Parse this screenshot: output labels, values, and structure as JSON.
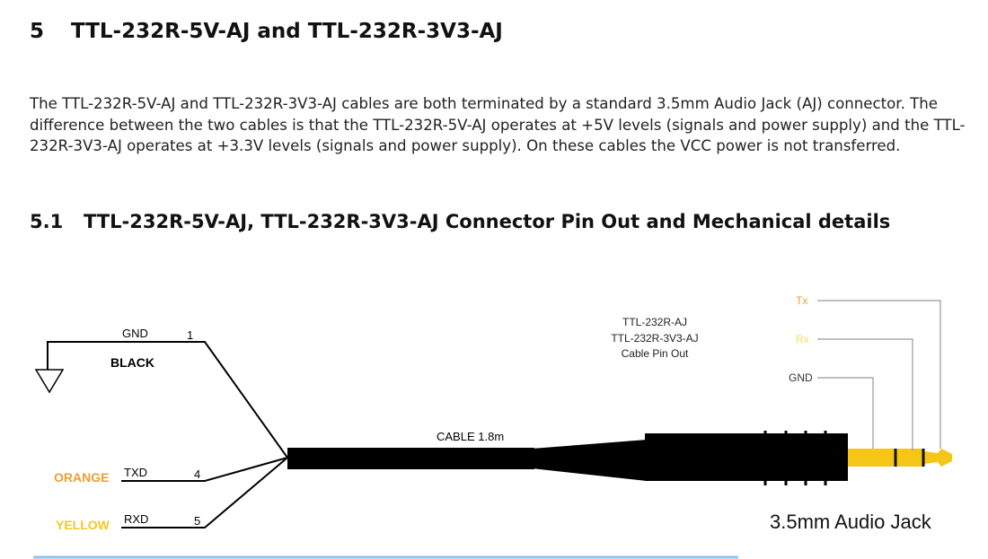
{
  "section": {
    "number": "5",
    "title": "TTL-232R-5V-AJ and TTL-232R-3V3-AJ",
    "paragraph": "The TTL-232R-5V-AJ and TTL-232R-3V3-AJ cables are both terminated by a standard 3.5mm Audio Jack (AJ) connector. The difference between the two cables is that the TTL-232R-5V-AJ operates at +5V levels (signals and power supply) and the TTL-232R-3V3-AJ operates at +3.3V levels (signals and power supply). On these cables the VCC power is not transferred."
  },
  "subsection": {
    "number": "5.1",
    "title": "TTL-232R-5V-AJ,  TTL-232R-3V3-AJ Connector Pin Out and Mechanical details"
  },
  "diagram": {
    "caption_lines": [
      "TTL-232R-AJ",
      "TTL-232R-3V3-AJ",
      "Cable Pin Out"
    ],
    "cable_label": "CABLE 1.8m",
    "jack_label": "3.5mm Audio Jack",
    "wires": [
      {
        "signal": "GND",
        "pin": "1",
        "color_name": "BLACK",
        "color": "#000000"
      },
      {
        "signal": "TXD",
        "pin": "4",
        "color_name": "ORANGE",
        "color": "#e8a030"
      },
      {
        "signal": "RXD",
        "pin": "5",
        "color_name": "YELLOW",
        "color": "#f2c81e"
      }
    ],
    "jack_pins": [
      {
        "label": "Tx",
        "color": "#e8a030"
      },
      {
        "label": "Rx",
        "color": "#f0e060"
      },
      {
        "label": "GND",
        "color": "#333333"
      }
    ]
  }
}
